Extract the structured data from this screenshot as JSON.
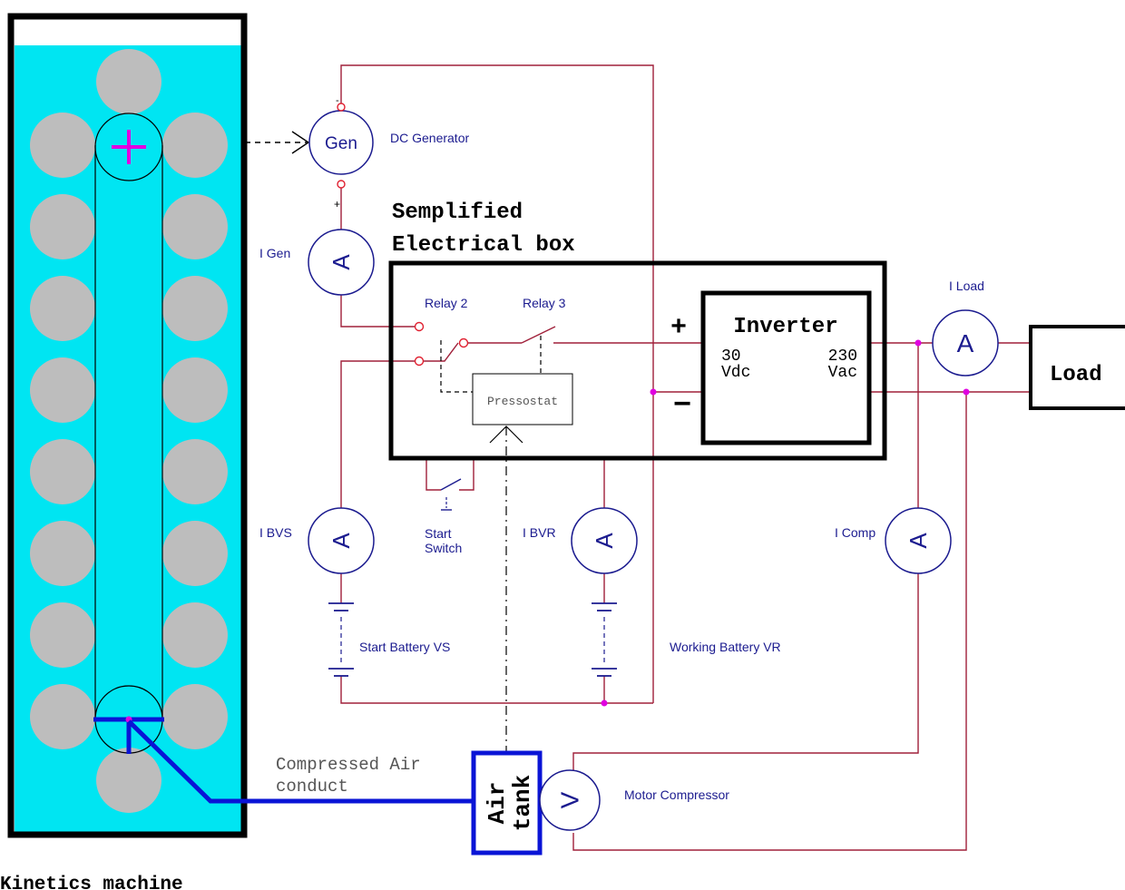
{
  "colors": {
    "tank": "#00e5f2",
    "wire": "#a0203a",
    "ball": "#bdbdbd",
    "air": "#0a14d6",
    "magenta": "#e000e0",
    "text_blue": "#1b1b8f"
  },
  "machine": {
    "caption": "Kinetics machine"
  },
  "generator": {
    "symbol": "Gen",
    "label": "DC Generator",
    "minus": "-",
    "plus": "+"
  },
  "meters": {
    "gen": {
      "symbol": "A",
      "label": "I Gen"
    },
    "load": {
      "symbol": "A",
      "label": "I Load"
    },
    "bvs": {
      "symbol": "A",
      "label": "I BVS"
    },
    "bvr": {
      "symbol": "A",
      "label": "I BVR"
    },
    "comp": {
      "symbol": "A",
      "label": "I Comp"
    },
    "motor": {
      "symbol": "V",
      "label": "Motor Compressor"
    }
  },
  "box": {
    "title_line1": "Semplified",
    "title_line2": "Electrical box",
    "relay2": "Relay 2",
    "relay3": "Relay 3",
    "pressostat": "Pressostat",
    "plus": "+",
    "minus": "−"
  },
  "inverter": {
    "title": "Inverter",
    "in_value": "30",
    "in_unit": "Vdc",
    "out_value": "230",
    "out_unit": "Vac"
  },
  "load": {
    "label": "Load"
  },
  "switch": {
    "line1": "Start",
    "line2": "Switch"
  },
  "batteries": {
    "start": "Start Battery VS",
    "working": "Working Battery VR"
  },
  "air": {
    "conduct_line1": "Compressed Air",
    "conduct_line2": "conduct",
    "tank_line1": "Air",
    "tank_line2": "tank"
  }
}
